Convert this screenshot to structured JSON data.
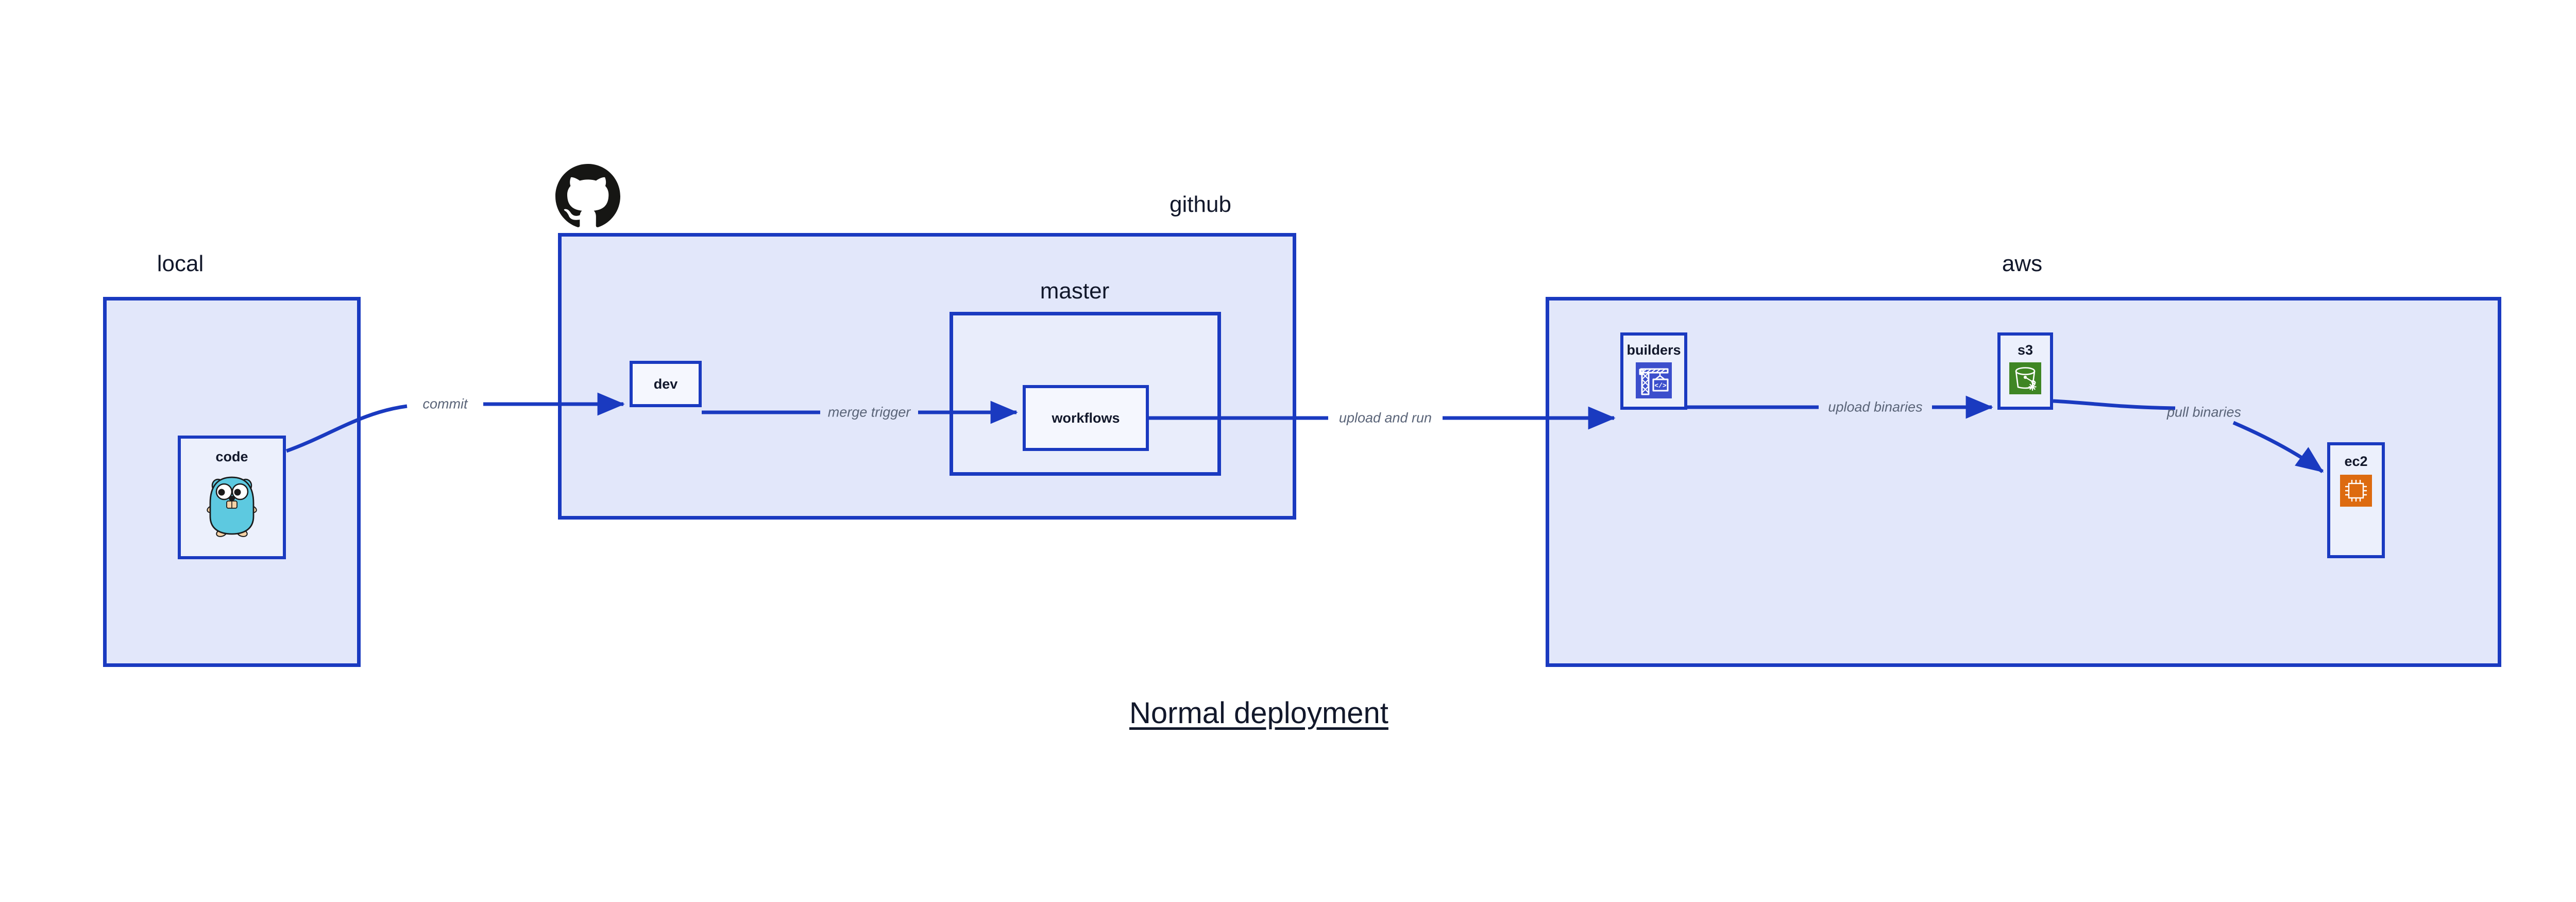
{
  "diagram": {
    "title": "Normal deployment",
    "colors": {
      "cluster_fill": "#E2E7FA",
      "cluster_fill_nested": "#E9EDFB",
      "node_fill": "#ECF0FC",
      "node_fill_nested": "#F5F7FE",
      "border": "#1A3AC0",
      "edge": "#1A3AC0",
      "edge_label": "#5A6478",
      "text": "#12182B",
      "codebuild_icon_bg": "#3C4FCC",
      "s3_icon_bg": "#3F8624",
      "ec2_icon_bg": "#DD6B10",
      "gopher_body": "#5DC9E0",
      "octocat": "#161614"
    },
    "clusters": [
      {
        "id": "local",
        "label": "local"
      },
      {
        "id": "github",
        "label": "github"
      },
      {
        "id": "master",
        "label": "master"
      },
      {
        "id": "aws",
        "label": "aws"
      }
    ],
    "nodes": [
      {
        "id": "code",
        "label": "code",
        "icon": "go-gopher-icon"
      },
      {
        "id": "dev",
        "label": "dev",
        "icon": null
      },
      {
        "id": "workflows",
        "label": "workflows",
        "icon": null
      },
      {
        "id": "builders",
        "label": "builders",
        "icon": "aws-codebuild-icon"
      },
      {
        "id": "s3",
        "label": "s3",
        "icon": "aws-s3-bucket-icon"
      },
      {
        "id": "ec2",
        "label": "ec2",
        "icon": "aws-ec2-chip-icon"
      }
    ],
    "edges": [
      {
        "id": "commit",
        "from": "code",
        "to": "dev",
        "label": "commit"
      },
      {
        "id": "merge-trigger",
        "from": "dev",
        "to": "workflows",
        "label": "merge trigger"
      },
      {
        "id": "upload-and-run",
        "from": "workflows",
        "to": "builders",
        "label": "upload and run"
      },
      {
        "id": "upload-binaries",
        "from": "builders",
        "to": "s3",
        "label": "upload binaries"
      },
      {
        "id": "pull-binaries",
        "from": "s3",
        "to": "ec2",
        "label": "pull binaries"
      }
    ],
    "logos": [
      {
        "id": "github-logo",
        "name": "github-octocat-icon"
      }
    ]
  }
}
